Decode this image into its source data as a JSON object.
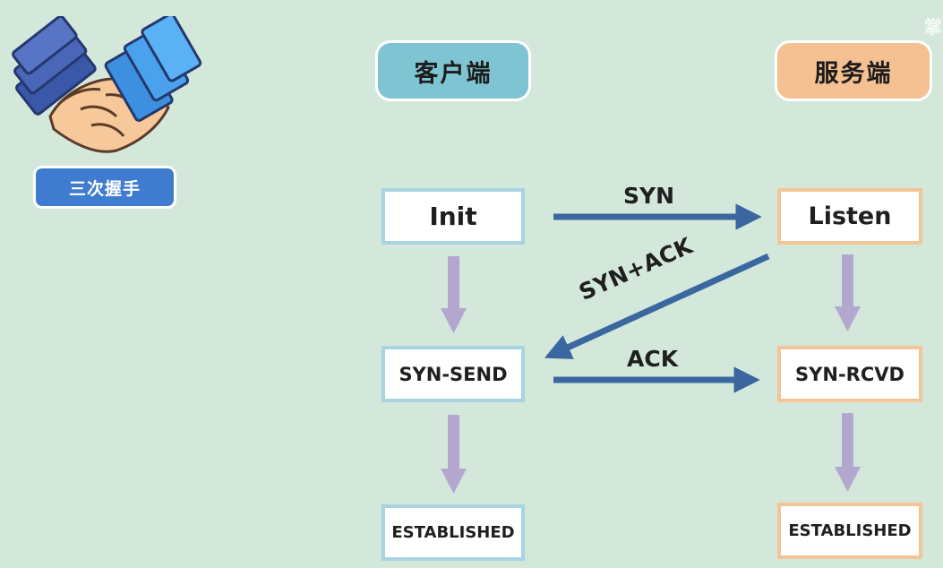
{
  "watermark": "掌",
  "badge_label": "三次握手",
  "columns": {
    "client": {
      "title": "客户端",
      "color": "#7fc4d2",
      "border": "#a8d3e0"
    },
    "server": {
      "title": "服务端",
      "color": "#f5c092",
      "border": "#f3c597"
    }
  },
  "states": {
    "client": [
      "Init",
      "SYN-SEND",
      "ESTABLISHED"
    ],
    "server": [
      "Listen",
      "SYN-RCVD",
      "ESTABLISHED"
    ]
  },
  "messages": [
    "SYN",
    "SYN+ACK",
    "ACK"
  ],
  "colors": {
    "background": "#d3e8db",
    "message_arrow": "#3a67a0",
    "state_arrow": "#b3a7d0",
    "badge": "#3f7ccf"
  },
  "icons": [
    "handshake-icon"
  ]
}
